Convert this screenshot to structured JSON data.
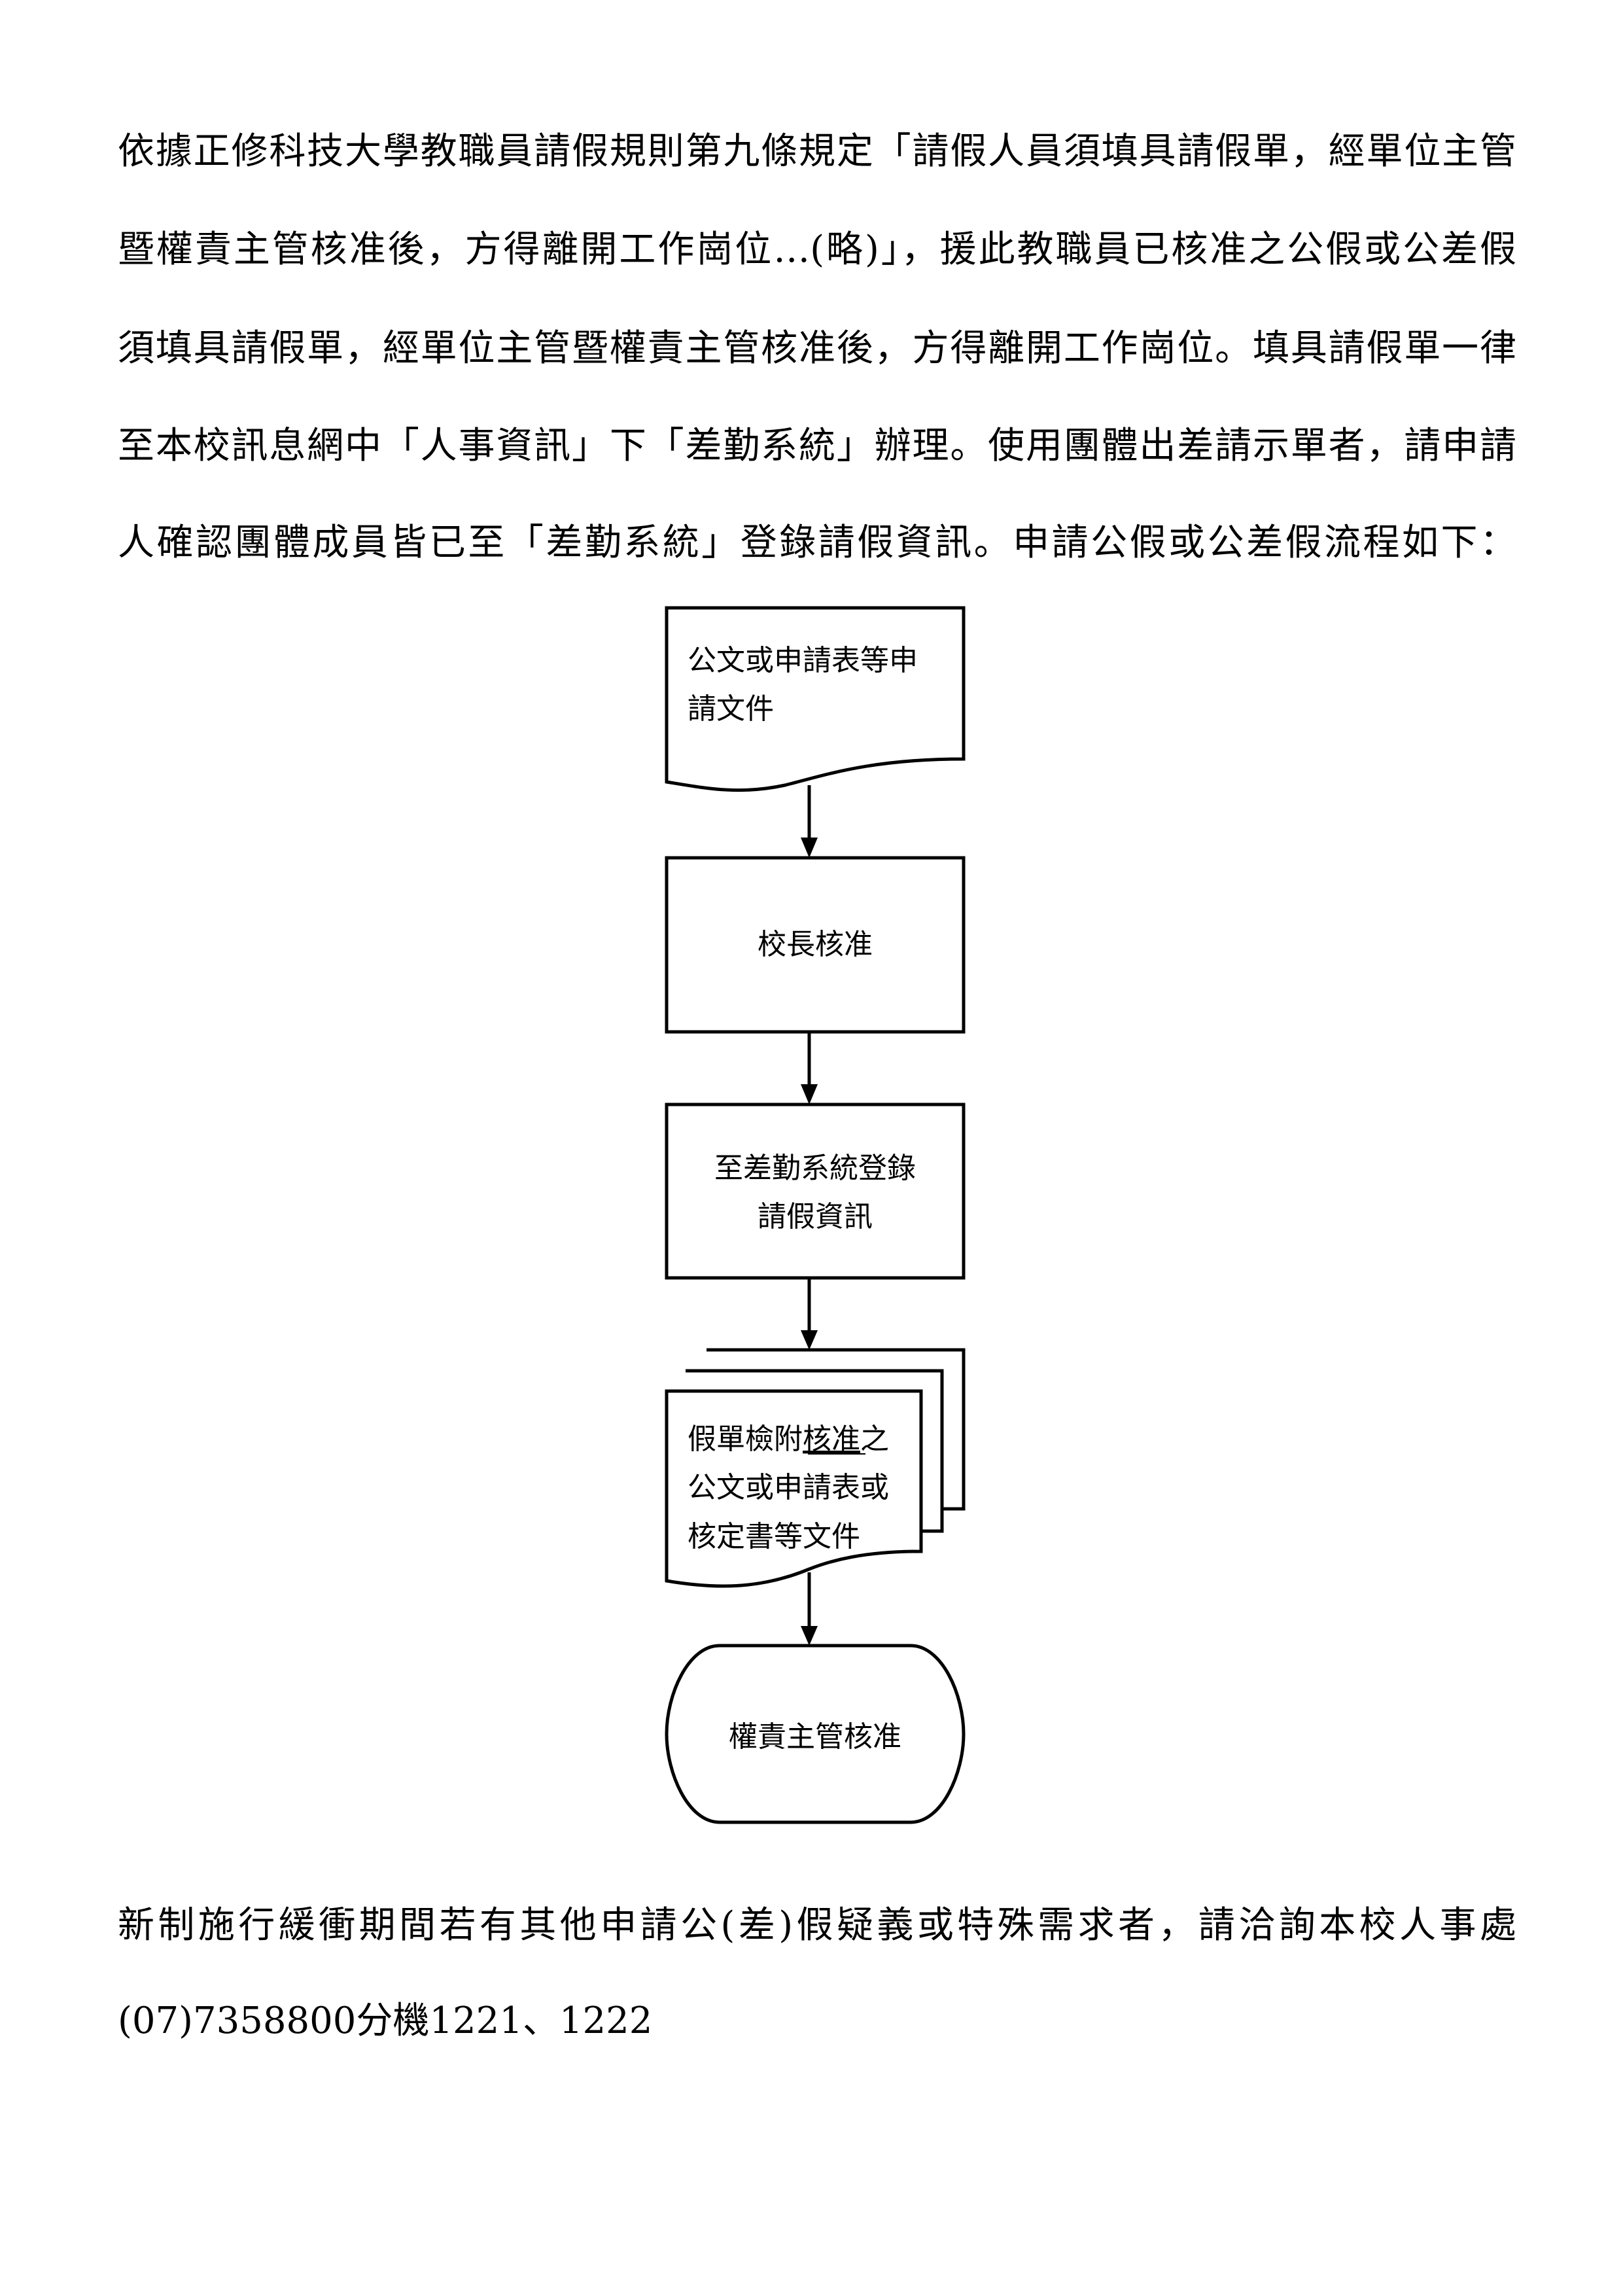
{
  "intro_paragraph": {
    "lines": [
      "依據正修科技大學教職員請假規則第九條規定「請假人員須填具請假單，經單位主管",
      "暨權責主管核准後，方得離開工作崗位…(略)」，援此教職員已核准之公假或公差假",
      "須填具請假單，經單位主管暨權責主管核准後，方得離開工作崗位。填具請假單一律",
      "至本校訊息網中「人事資訊」下「差勤系統」辦理。使用團體出差請示單者，請申請",
      "人確認團體成員皆已至「差勤系統」登錄請假資訊。申請公假或公差假流程如下："
    ]
  },
  "flowchart": {
    "step1": {
      "lines": [
        "公文或申請表等申",
        "請文件"
      ]
    },
    "step2": {
      "lines": [
        "校長核准"
      ]
    },
    "step3": {
      "lines": [
        "至差勤系統登錄",
        "請假資訊"
      ]
    },
    "step4": {
      "line1_pre": "假單檢附",
      "line1_underlined": "核准",
      "line1_post": "之",
      "lines_rest": [
        "公文或申請表或",
        "核定書等文件"
      ]
    },
    "step5": {
      "lines": [
        "權責主管核准"
      ]
    }
  },
  "closing_paragraph": {
    "lines": [
      "新制施行緩衝期間若有其他申請公(差)假疑義或特殊需求者，請洽詢本校人事處",
      "(07)7358800分機1221、1222"
    ]
  }
}
